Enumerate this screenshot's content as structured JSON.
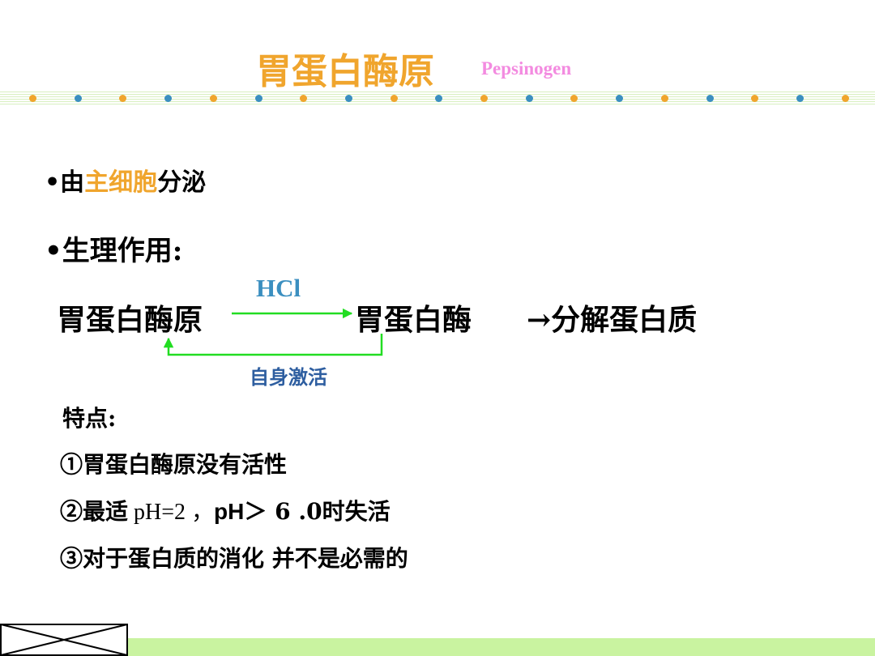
{
  "header": {
    "title_cn": "胃蛋白酶原",
    "title_en": "Pepsinogen",
    "dot_colors": [
      "#f0a52d",
      "#3b8fc0"
    ]
  },
  "bullets": {
    "b1_prefix": "•由",
    "b1_highlight": "主细胞",
    "b1_suffix": "分泌",
    "b2": "•生理作用:"
  },
  "pathway": {
    "catalyst": "HCl",
    "substrate": "胃蛋白酶原",
    "product": "胃蛋白酶",
    "result": "→分解蛋白质",
    "feedback_label": "自身激活",
    "arrow_color": "#22dd22"
  },
  "features": {
    "heading": "特点:",
    "item1": "①胃蛋白酶原没有活性",
    "item2_a": "②最适",
    "item2_b": " pH=2 ，",
    "item2_c": "pH",
    "item2_d": "＞ 6 .0时失活",
    "item3": "③对于蛋白质的消化 并不是必需的"
  },
  "colors": {
    "title": "#f0a52d",
    "subtitle": "#f38be0",
    "catalyst": "#3b8fc0",
    "feedback": "#2e5ea0",
    "footer": "#c9f3a0"
  }
}
